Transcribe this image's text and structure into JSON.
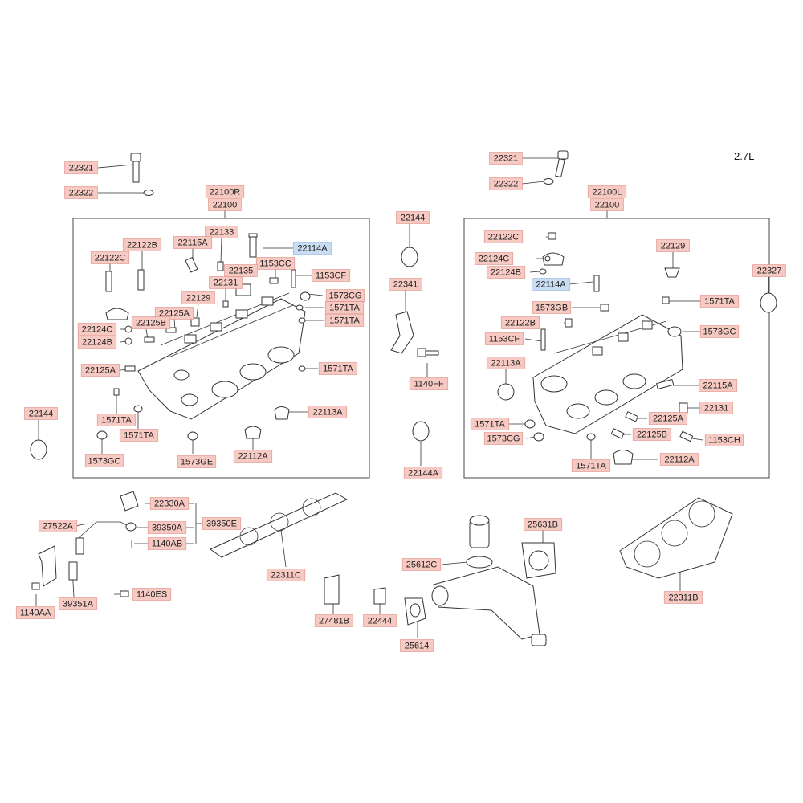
{
  "variant_label": "2.7L",
  "labels": {
    "l_22321_a": "22321",
    "l_22322_a": "22322",
    "l_22100r": "22100R",
    "l_22100_a": "22100",
    "l_22133": "22133",
    "l_22115a_a": "22115A",
    "l_22122b_a": "22122B",
    "l_22122c_a": "22122C",
    "l_22114a_a": "22114A",
    "l_1153cc": "1153CC",
    "l_22135": "22135",
    "l_22131_a": "22131",
    "l_1153cf_a": "1153CF",
    "l_1573cg_a": "1573CG",
    "l_22129_a": "22129",
    "l_22125a_a": "22125A",
    "l_1571ta_a": "1571TA",
    "l_1571ta_b": "1571TA",
    "l_22124c_a": "22124C",
    "l_22125b_a": "22125B",
    "l_22124b_a": "22124B",
    "l_22125a_b": "22125A",
    "l_1571ta_c": "1571TA",
    "l_22113a_a": "22113A",
    "l_1571ta_d": "1571TA",
    "l_1571ta_e": "1571TA",
    "l_1573gc_a": "1573GC",
    "l_1573ge": "1573GE",
    "l_22112a_a": "22112A",
    "l_22144_a": "22144",
    "l_22144_b": "22144",
    "l_22341": "22341",
    "l_1140ff": "1140FF",
    "l_22144a": "22144A",
    "l_22321_b": "22321",
    "l_22322_b": "22322",
    "l_22100l": "22100L",
    "l_22100_b": "22100",
    "l_22122c_b": "22122C",
    "l_22129_b": "22129",
    "l_22124c_b": "22124C",
    "l_22124b_b": "22124B",
    "l_22114a_b": "22114A",
    "l_1573gb": "1573GB",
    "l_1571ta_f": "1571TA",
    "l_22122b_b": "22122B",
    "l_1573gc_b": "1573GC",
    "l_1153cf_b": "1153CF",
    "l_22113a_b": "22113A",
    "l_22115a_b": "22115A",
    "l_22131_b": "22131",
    "l_1571ta_g": "1571TA",
    "l_22125a_c": "22125A",
    "l_22125b_b": "22125B",
    "l_1573cg_b": "1573CG",
    "l_1153ch": "1153CH",
    "l_1571ta_h": "1571TA",
    "l_22112a_b": "22112A",
    "l_22327": "22327",
    "l_22330a": "22330A",
    "l_39350a": "39350A",
    "l_39350e": "39350E",
    "l_27522a": "27522A",
    "l_1140ab": "1140AB",
    "l_22311c": "22311C",
    "l_39351a": "39351A",
    "l_1140es": "1140ES",
    "l_1140aa": "1140AA",
    "l_27481b": "27481B",
    "l_22444": "22444",
    "l_25631b": "25631B",
    "l_25612c": "25612C",
    "l_25614": "25614",
    "l_22311b": "22311B"
  }
}
